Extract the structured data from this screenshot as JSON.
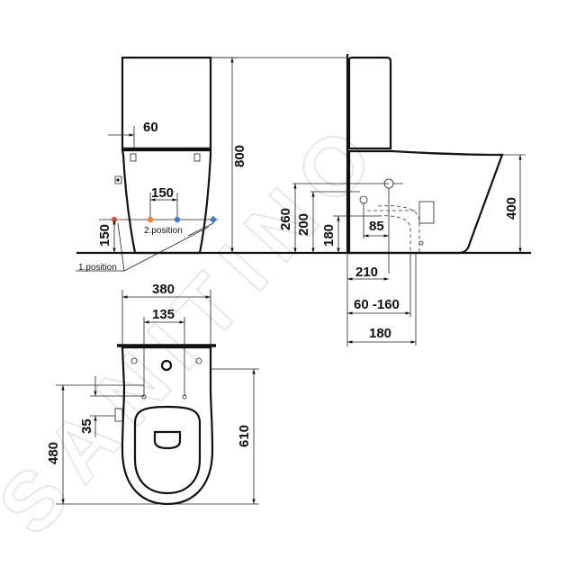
{
  "watermark": "SANITINO",
  "front_view": {
    "tank_thickness": "60",
    "inlet_spacing": "150",
    "inlet_height": "150",
    "total_height": "800",
    "position_1": "1.position",
    "position_2": "2.position",
    "marker_colors": {
      "red": "#e8563a",
      "orange": "#f08040",
      "blue": "#3a7fd0"
    }
  },
  "side_view": {
    "outlet_height_260": "260",
    "outlet_height_200": "200",
    "outlet_height_180": "180",
    "outlet_offset_85": "85",
    "seat_height": "400",
    "wall_to_outlet": "210",
    "outlet_range": "60 -160",
    "wall_to_floor_outlet": "180"
  },
  "top_view": {
    "total_width": "380",
    "fixing_spacing": "135",
    "total_length": "610",
    "length_to_fixing": "480",
    "side_inlet_offset": "35"
  }
}
